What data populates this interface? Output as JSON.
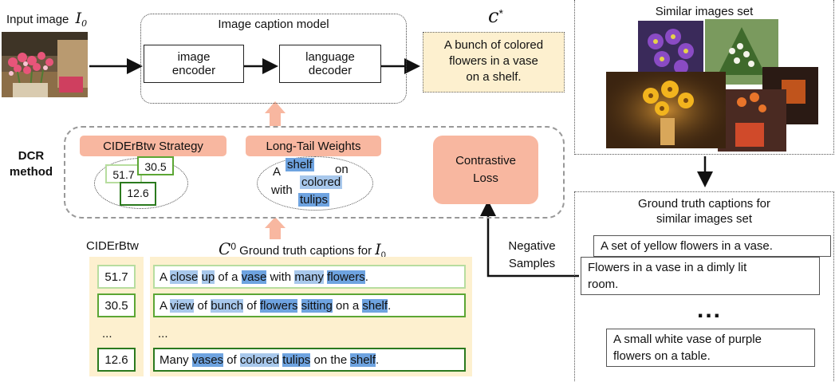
{
  "input": {
    "label": "Input image",
    "symbol": "I",
    "sub": "0"
  },
  "model": {
    "title": "Image caption model",
    "encoder": "image\nencoder",
    "decoder": "language\ndecoder"
  },
  "output": {
    "symbol": "c",
    "sup": "*",
    "caption": "A bunch of colored\nflowers in a vase\non a shelf."
  },
  "dcr": {
    "label": "DCR\nmethod",
    "strategy": "CIDErBtw Strategy",
    "weights": "Long-Tail  Weights",
    "loss": "Contrastive\nLoss",
    "scores": [
      "51.7",
      "30.5",
      "12.6"
    ],
    "words": [
      "A",
      "shelf",
      "on",
      "with",
      "colored",
      "tulips"
    ]
  },
  "gt": {
    "cidr_label": "CIDErBtw",
    "heading_symbol": "C",
    "heading_sup": "0",
    "heading_text": "Ground truth captions for",
    "heading_target": "I",
    "heading_target_sub": "0",
    "scores": [
      "51.7",
      "30.5",
      "...",
      "12.6"
    ],
    "rows": [
      [
        {
          "t": "A ",
          "h": 0
        },
        {
          "t": "close",
          "h": 1
        },
        {
          "t": " ",
          "h": 0
        },
        {
          "t": "up",
          "h": 1
        },
        {
          "t": " of a ",
          "h": 0
        },
        {
          "t": "vase",
          "h": 2
        },
        {
          "t": " with ",
          "h": 0
        },
        {
          "t": "many",
          "h": 1
        },
        {
          "t": " ",
          "h": 0
        },
        {
          "t": "flowers",
          "h": 2
        },
        {
          "t": ".",
          "h": 0
        }
      ],
      [
        {
          "t": "A ",
          "h": 0
        },
        {
          "t": "view",
          "h": 1
        },
        {
          "t": " of ",
          "h": 0
        },
        {
          "t": "bunch",
          "h": 1
        },
        {
          "t": " of ",
          "h": 0
        },
        {
          "t": "flowers",
          "h": 2
        },
        {
          "t": " ",
          "h": 0
        },
        {
          "t": "sitting",
          "h": 2
        },
        {
          "t": " on a ",
          "h": 0
        },
        {
          "t": "shelf",
          "h": 2
        },
        {
          "t": ".",
          "h": 0
        }
      ],
      [
        {
          "t": "...",
          "h": 0
        }
      ],
      [
        {
          "t": "Many ",
          "h": 0
        },
        {
          "t": "vases",
          "h": 2
        },
        {
          "t": " of ",
          "h": 0
        },
        {
          "t": "colored",
          "h": 1
        },
        {
          "t": " ",
          "h": 0
        },
        {
          "t": "tulips",
          "h": 2
        },
        {
          "t": " on the ",
          "h": 0
        },
        {
          "t": "shelf",
          "h": 2
        },
        {
          "t": ".",
          "h": 0
        }
      ]
    ]
  },
  "similar": {
    "title": "Similar images set"
  },
  "neg": {
    "label": "Negative\nSamples"
  },
  "simgt": {
    "title": "Ground truth captions for\nsimilar images set",
    "captions": [
      "A set of yellow flowers in a vase.",
      "Flowers in a vase in a dimly lit\nroom.",
      "A small white vase of purple\nflowers on a table."
    ],
    "ellipsis": "..."
  }
}
